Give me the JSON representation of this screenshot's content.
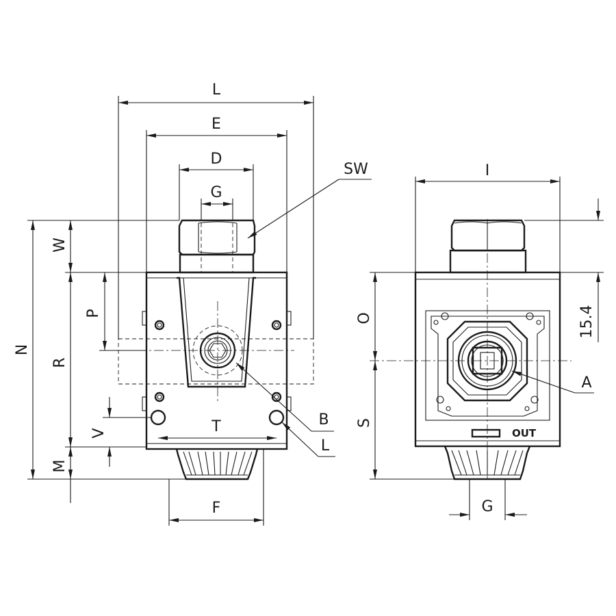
{
  "labels": {
    "L_top": "L",
    "E": "E",
    "D": "D",
    "G_top": "G",
    "SW": "SW",
    "N": "N",
    "W": "W",
    "P": "P",
    "R": "R",
    "V": "V",
    "M": "M",
    "T": "T",
    "F": "F",
    "B": "B",
    "L_side": "L",
    "I": "I",
    "O": "O",
    "S": "S",
    "A": "A",
    "G_bottom": "G",
    "dim_15_4": "15.4",
    "out": "OUT"
  }
}
